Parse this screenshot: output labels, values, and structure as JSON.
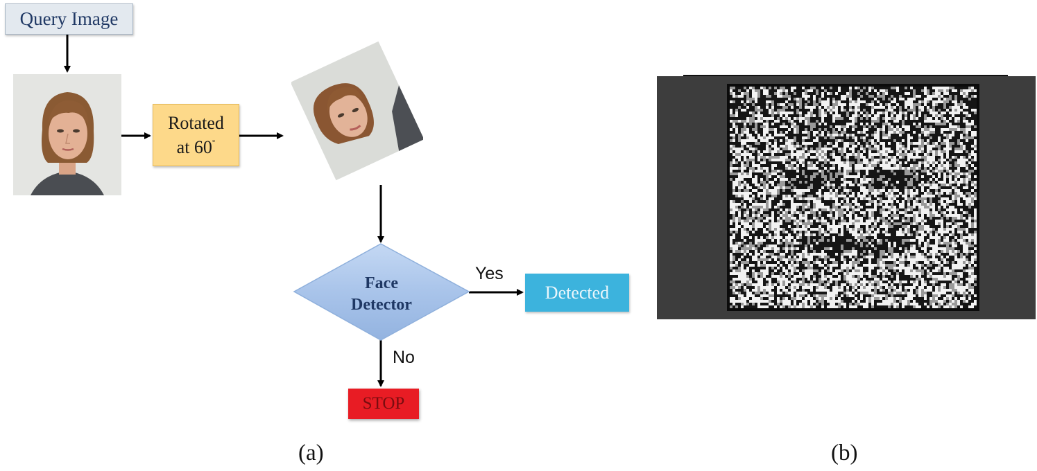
{
  "panel_a": {
    "query_label": "Query Image",
    "rotate_line1": "Rotated",
    "rotate_line2": "at 60",
    "rotate_degree": "°",
    "decision_line1": "Face",
    "decision_line2": "Detector",
    "yes_label": "Yes",
    "no_label": "No",
    "detected_label": "Detected",
    "stop_label": "STOP",
    "caption": "(a)"
  },
  "panel_b": {
    "caption": "(b)"
  },
  "colors": {
    "query_box": "#e3e9ef",
    "rotated_box": "#fdd98a",
    "decision_diamond": "#a9c4ea",
    "detected_box": "#3cb3dd",
    "stop_box": "#e81c24",
    "panel_b_background": "#3d3d3d"
  },
  "icons": {
    "query_photo": "face-photo",
    "rotated_photo": "rotated-face-photo",
    "texture_image": "lbp-face-texture"
  }
}
